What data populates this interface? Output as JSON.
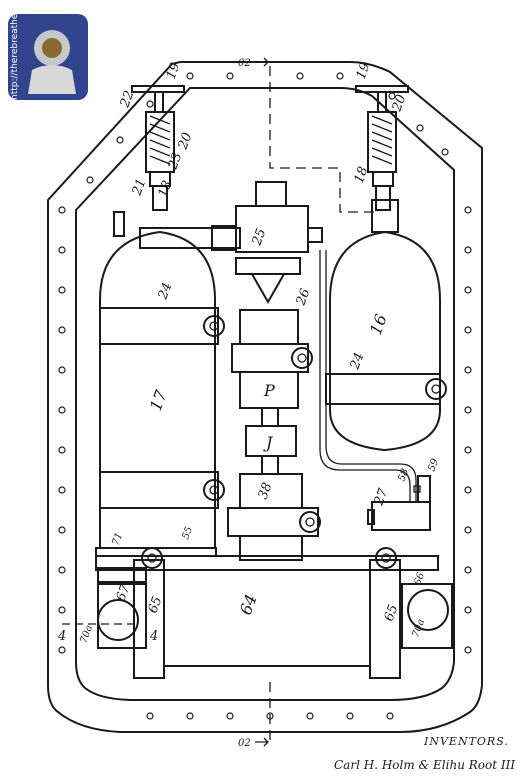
{
  "logo": {
    "url": "http://therebreathersite.nl"
  },
  "inventors": {
    "heading": "INVENTORS.",
    "names": "Carl H. Holm & Elihu Root III"
  },
  "labels": {
    "l19a": "19",
    "l19b": "19",
    "l02a": "02",
    "l02b": "02",
    "l22": "22",
    "l20a": "20",
    "l20b": "20",
    "l23": "23",
    "l18a": "18",
    "l18b": "18",
    "l21": "21",
    "l25": "25",
    "l26": "26",
    "l24a": "24",
    "l24b": "24",
    "l17": "17",
    "l16": "16",
    "lP": "P",
    "lJ": "J",
    "l38": "38",
    "l58": "58",
    "l59": "59",
    "l27": "27",
    "l71": "71",
    "l55": "55",
    "l67": "67",
    "l65a": "65",
    "l65b": "65",
    "l64": "64",
    "l66": "66",
    "l70a": "70a",
    "l70b": "70a",
    "l4a": "4",
    "l4b": "4"
  }
}
